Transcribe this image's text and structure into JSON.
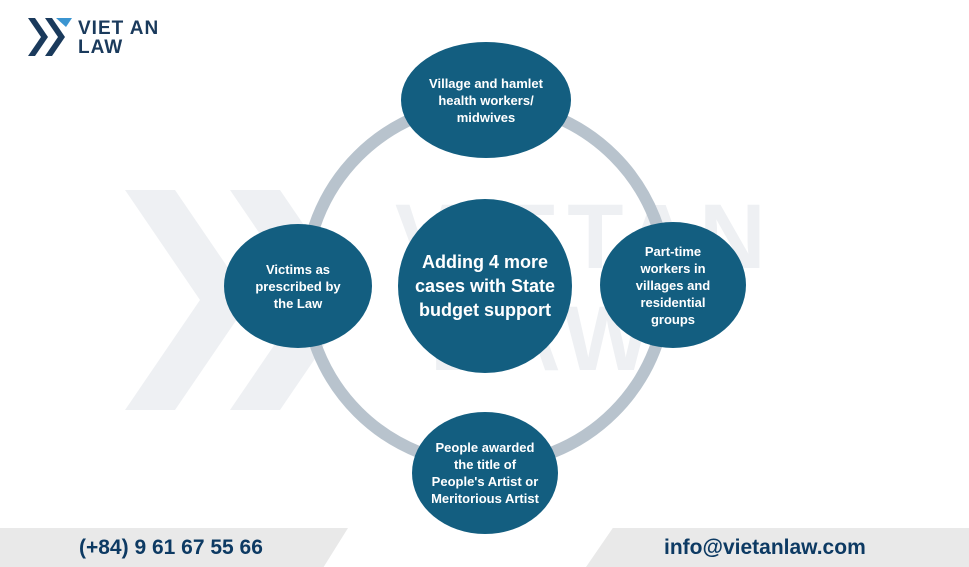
{
  "logo": {
    "line1": "VIET AN",
    "line2": "LAW"
  },
  "watermark": {
    "line1": "VIETAN",
    "line2": "LAW"
  },
  "center": {
    "text": "Adding 4 more cases with State budget support"
  },
  "nodes": {
    "top": "Village and hamlet health workers/ midwives",
    "right": "Part-time workers in villages and residential groups",
    "bottom": "People awarded the title of People's Artist or Meritorious Artist",
    "left": "Victims as prescribed by the Law"
  },
  "footer": {
    "phone": "(+84) 9 61 67 55 66",
    "email": "info@vietanlaw.com"
  },
  "colors": {
    "node": "#135e80",
    "ring": "#b8c3cd",
    "logo": "#1a3a5c",
    "footer_text": "#0d3a63"
  }
}
